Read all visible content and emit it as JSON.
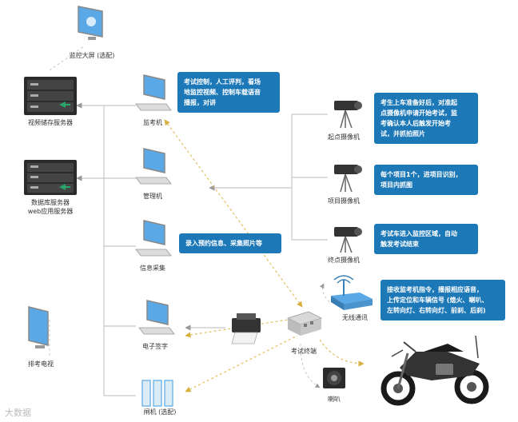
{
  "nodes": {
    "monitor_screen": "监控大屏 (选配)",
    "video_server": "视频储存服务器",
    "db_server_line1": "数据库服务器",
    "db_server_line2": "web应用服务器",
    "exam_tv": "排考电视",
    "exam_pc": "监考机",
    "mgmt_pc": "管理机",
    "info_pc": "信息采集",
    "sign_pc": "电子签字",
    "gate": "闸机 (选配)",
    "cam_start": "起点摄像机",
    "cam_item": "项目摄像机",
    "cam_end": "终点摄像机",
    "wireless": "无线通讯",
    "terminal": "考试终端",
    "speaker": "喇叭"
  },
  "boxes": {
    "exam_control": [
      "考试控制，人工评判，看场",
      "地监控视频、控制车载语音",
      "播报，对讲"
    ],
    "cam_start_desc": [
      "考生上车准备好后，对准起",
      "点摄像机申请开始考试，监",
      "考确认本人后触发开始考",
      "试，并抓拍照片"
    ],
    "cam_item_desc": [
      "每个项目1个，进项目识别，",
      "项目内抓图"
    ],
    "cam_end_desc": [
      "考试车进入监控区域，自动",
      "触发考试结束"
    ],
    "info_desc": [
      "录入预约信息、采集照片等"
    ],
    "terminal_desc": [
      "接收监考机指令，播报相应语音，",
      "上传定位和车辆信号 (熄火、喇叭、",
      "左转向灯、右转向灯、前刹、后刹)"
    ]
  },
  "watermark": "大数据",
  "colors": {
    "box_blue": "#1d78b8",
    "line_gray": "#c8c8c8",
    "dash_yellow": "#e0c060",
    "screen_blue": "#5aa9e6",
    "arrow_green": "#2aa56a",
    "server_dark": "#2b2b2b"
  }
}
